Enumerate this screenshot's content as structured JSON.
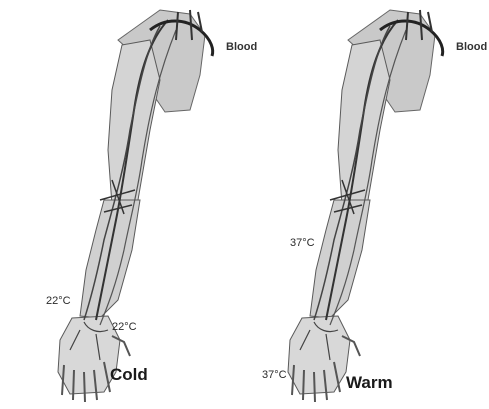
{
  "panels": [
    {
      "id": "cold",
      "blood_label": "Blood",
      "temp_upper_label": "22°C",
      "temp_lower_label": "22°C",
      "caption": "Cold"
    },
    {
      "id": "warm",
      "blood_label": "Blood",
      "temp_upper_label": "37°C",
      "temp_lower_label": "37°C",
      "caption": "Warm"
    }
  ],
  "colors": {
    "skin": "#d2d2d2",
    "outline": "#555555",
    "vessel": "#3a3a3a",
    "background": "#ffffff"
  }
}
